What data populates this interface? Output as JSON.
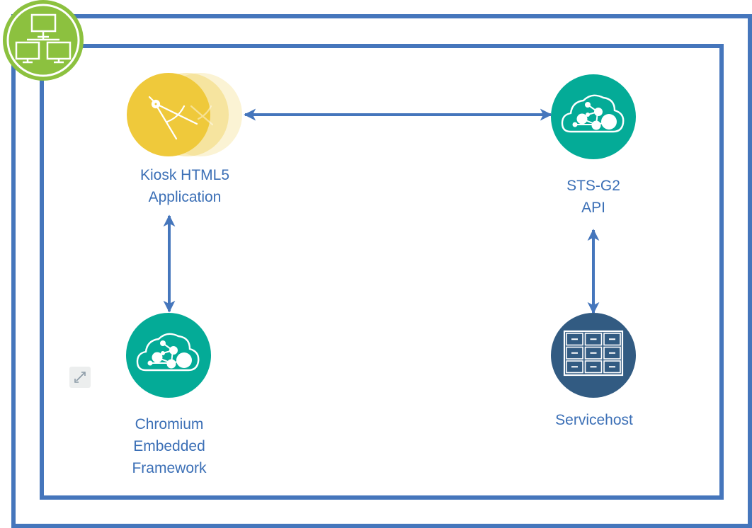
{
  "diagram": {
    "colors": {
      "frame": "#4576bc",
      "badge": "#8cc13f",
      "kiosk": "#efc93b",
      "teal": "#04ab97",
      "servicehost": "#325b82",
      "label": "#3b6fb6"
    },
    "badge_icon": "network-computers-icon",
    "nodes": [
      {
        "id": "kiosk",
        "icon": "drafting-compass-icon",
        "label_lines": [
          "Kiosk HTML5",
          "Application"
        ]
      },
      {
        "id": "sts",
        "icon": "cloud-network-icon",
        "label_lines": [
          "STS-G2",
          "API"
        ]
      },
      {
        "id": "cef",
        "icon": "cloud-network-icon",
        "label_lines": [
          "Chromium",
          "Embedded",
          "Framework"
        ]
      },
      {
        "id": "servicehost",
        "icon": "storage-grid-icon",
        "label_lines": [
          "Servicehost"
        ]
      }
    ],
    "edges": [
      {
        "from": "kiosk",
        "to": "sts",
        "direction": "bidirectional"
      },
      {
        "from": "kiosk",
        "to": "cef",
        "direction": "bidirectional"
      },
      {
        "from": "sts",
        "to": "servicehost",
        "direction": "bidirectional"
      }
    ],
    "expand_icon": "expand-icon"
  }
}
